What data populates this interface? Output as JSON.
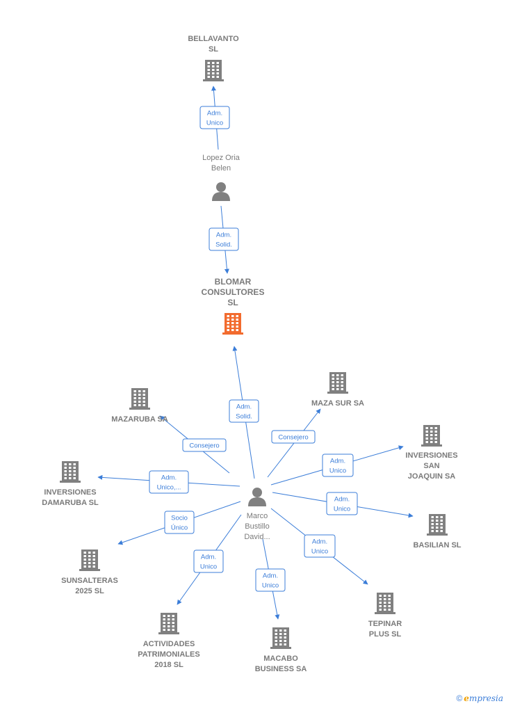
{
  "colors": {
    "edge": "#3b7dd8",
    "node": "#808080",
    "focus": "#f26b2e"
  },
  "icons": {
    "company": "building-icon",
    "person": "person-icon"
  },
  "nodes": [
    {
      "id": "bellavanto",
      "type": "company",
      "label": [
        "BELLAVANTO",
        "SL"
      ]
    },
    {
      "id": "lopez",
      "type": "person",
      "label": [
        "Lopez Oria",
        "Belen"
      ]
    },
    {
      "id": "blomar",
      "type": "company",
      "focus": true,
      "label": [
        "BLOMAR",
        "CONSULTORES",
        "SL"
      ]
    },
    {
      "id": "marco",
      "type": "person",
      "label": [
        "Marco",
        "Bustillo",
        "David..."
      ]
    },
    {
      "id": "mazaruba",
      "type": "company",
      "label": [
        "MAZARUBA SA"
      ]
    },
    {
      "id": "mazasur",
      "type": "company",
      "label": [
        "MAZA SUR SA"
      ]
    },
    {
      "id": "invsan",
      "type": "company",
      "label": [
        "INVERSIONES",
        "SAN",
        "JOAQUIN SA"
      ]
    },
    {
      "id": "invdam",
      "type": "company",
      "label": [
        "INVERSIONES",
        "DAMARUBA SL"
      ]
    },
    {
      "id": "basilian",
      "type": "company",
      "label": [
        "BASILIAN SL"
      ]
    },
    {
      "id": "sunsal",
      "type": "company",
      "label": [
        "SUNSALTERAS",
        "2025  SL"
      ]
    },
    {
      "id": "tepinar",
      "type": "company",
      "label": [
        "TEPINAR",
        "PLUS SL"
      ]
    },
    {
      "id": "actividades",
      "type": "company",
      "label": [
        "ACTIVIDADES",
        "PATRIMONIALES",
        "2018  SL"
      ]
    },
    {
      "id": "macabo",
      "type": "company",
      "label": [
        "MACABO",
        "BUSINESS SA"
      ]
    }
  ],
  "edges": [
    {
      "from": "lopez",
      "to": "bellavanto",
      "label": [
        "Adm.",
        "Unico"
      ]
    },
    {
      "from": "lopez",
      "to": "blomar",
      "label": [
        "Adm.",
        "Solid."
      ]
    },
    {
      "from": "marco",
      "to": "blomar",
      "label": [
        "Adm.",
        "Solid."
      ]
    },
    {
      "from": "marco",
      "to": "mazaruba",
      "label": [
        "Consejero"
      ]
    },
    {
      "from": "marco",
      "to": "mazasur",
      "label": [
        "Consejero"
      ]
    },
    {
      "from": "marco",
      "to": "invsan",
      "label": [
        "Adm.",
        "Unico"
      ]
    },
    {
      "from": "marco",
      "to": "invdam",
      "label": [
        "Adm.",
        "Unico,..."
      ]
    },
    {
      "from": "marco",
      "to": "basilian",
      "label": [
        "Adm.",
        "Unico"
      ]
    },
    {
      "from": "marco",
      "to": "sunsal",
      "label": [
        "Socio",
        "Único"
      ]
    },
    {
      "from": "marco",
      "to": "tepinar",
      "label": [
        "Adm.",
        "Unico"
      ]
    },
    {
      "from": "marco",
      "to": "actividades",
      "label": [
        "Adm.",
        "Unico"
      ]
    },
    {
      "from": "marco",
      "to": "macabo",
      "label": [
        "Adm.",
        "Unico"
      ]
    }
  ],
  "footer": {
    "copyright": "©",
    "brand_initial": "e",
    "brand_rest": "mpresia"
  }
}
